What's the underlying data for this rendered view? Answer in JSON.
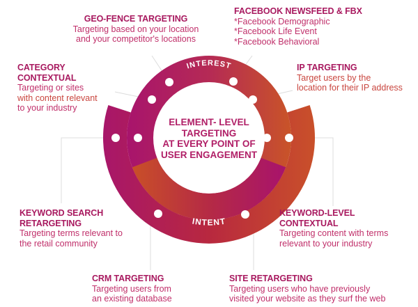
{
  "center": {
    "lines": [
      "ELEMENT- LEVEL",
      "TARGETING",
      "AT EVERY POINT OF",
      "USER ENGAGEMENT"
    ]
  },
  "rings": {
    "inner_label": "INTEREST",
    "outer_label": "INTENT"
  },
  "colors": {
    "magenta": "#a8195f",
    "orange": "#c9522a",
    "line": "#d9d9d9"
  },
  "items": {
    "geo_fence": {
      "title": "GEO-FENCE TARGETING",
      "desc": [
        "Targeting based on your location",
        "and your competitor's locations"
      ]
    },
    "facebook": {
      "title": "FACEBOOK NEWSFEED & FBX",
      "desc": [
        "*Facebook Demographic",
        "*Facebook Life Event",
        "*Facebook Behavioral"
      ]
    },
    "category": {
      "title": [
        "CATEGORY",
        "CONTEXTUAL"
      ],
      "desc": [
        "Targeting or sites",
        "with content relevant",
        "to your industry"
      ]
    },
    "ip": {
      "title": "IP TARGETING",
      "desc": [
        "Target users by the",
        "location for their IP address"
      ]
    },
    "keyword_search": {
      "title": [
        "KEYWORD SEARCH",
        "RETARGETING"
      ],
      "desc": [
        "Targeting terms relevant to",
        "the retail community"
      ]
    },
    "keyword_level": {
      "title": [
        "KEYWORD-LEVEL",
        "CONTEXTUAL"
      ],
      "desc": [
        "Targeting content with terms",
        "relevant to your industry"
      ]
    },
    "crm": {
      "title": "CRM TARGETING",
      "desc": [
        "Targeting users from",
        "an existing database"
      ]
    },
    "site": {
      "title": "SITE RETARGETING",
      "desc": [
        "Targeting users who have previously",
        "visited your website as they surf the web"
      ]
    }
  }
}
